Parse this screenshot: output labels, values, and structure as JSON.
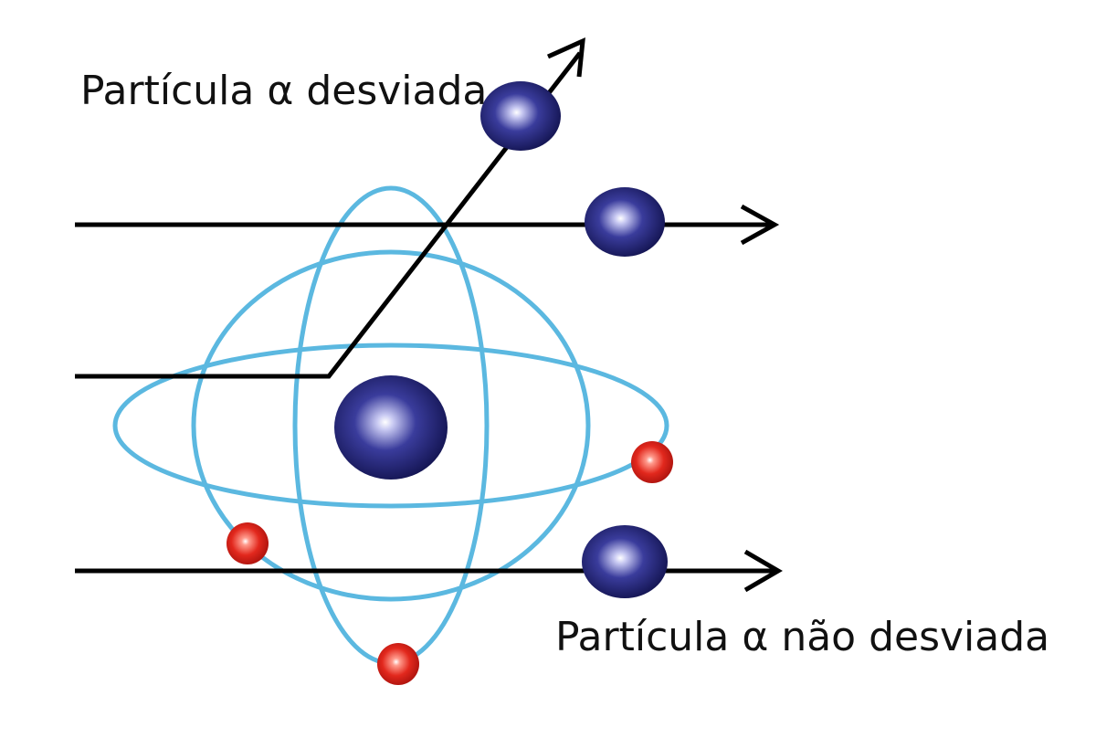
{
  "labels": {
    "deflected": "Partícula α desviada",
    "undeflected": "Partícula α não desviada"
  },
  "colors": {
    "orbit": "#5bb8e0",
    "trajectory": "#000000",
    "alpha_particle": "#1d1f6b",
    "electron": "#d9241e",
    "background": "#ffffff"
  },
  "elements": {
    "nucleus": "nucleus",
    "alpha_particles": [
      "alpha-particle-deflected",
      "alpha-particle-top",
      "alpha-particle-bottom"
    ],
    "electrons": [
      "electron-right",
      "electron-left",
      "electron-bottom"
    ],
    "orbits": [
      "orbit-horizontal",
      "orbit-vertical",
      "orbit-tilted"
    ],
    "trajectories": [
      "trajectory-deflected",
      "trajectory-top",
      "trajectory-bottom"
    ]
  }
}
